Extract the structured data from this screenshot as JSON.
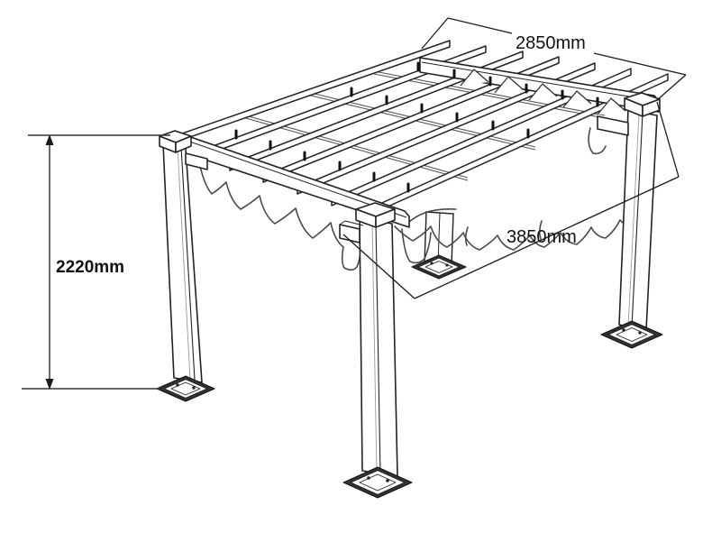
{
  "diagram": {
    "subject": "pergola-isometric-line-drawing",
    "background": "#ffffff",
    "line_color": "#222222",
    "canopy_line_color": "#4a4a4a",
    "labels": {
      "top_width": "2850mm",
      "depth": "3850mm",
      "height": "2220mm"
    }
  }
}
